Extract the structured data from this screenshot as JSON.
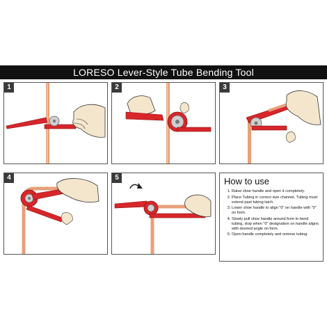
{
  "title": "LORESO Lever-Style Tube Bending Tool",
  "steps": [
    {
      "number": "1"
    },
    {
      "number": "2"
    },
    {
      "number": "3"
    },
    {
      "number": "4"
    },
    {
      "number": "5"
    }
  ],
  "how_to": {
    "heading": "How to use",
    "instructions": [
      "Raise shoe handle and open it completely.",
      "Place Tubing in correct size channel, Tubing must extend past tubing latch.",
      "Lower shoe handle to align \"0\" on handle with \"0\" on form.",
      "Slowly pull shoe handle around form to bend tubing, stop when \"0\" designation on handle aligns with desired angle on form.",
      "Open handle completely and remove tubing."
    ]
  },
  "colors": {
    "tool_red": "#d8262a",
    "copper": "#e8a07a",
    "skin": "#f4e6cc",
    "banner": "#111111"
  }
}
